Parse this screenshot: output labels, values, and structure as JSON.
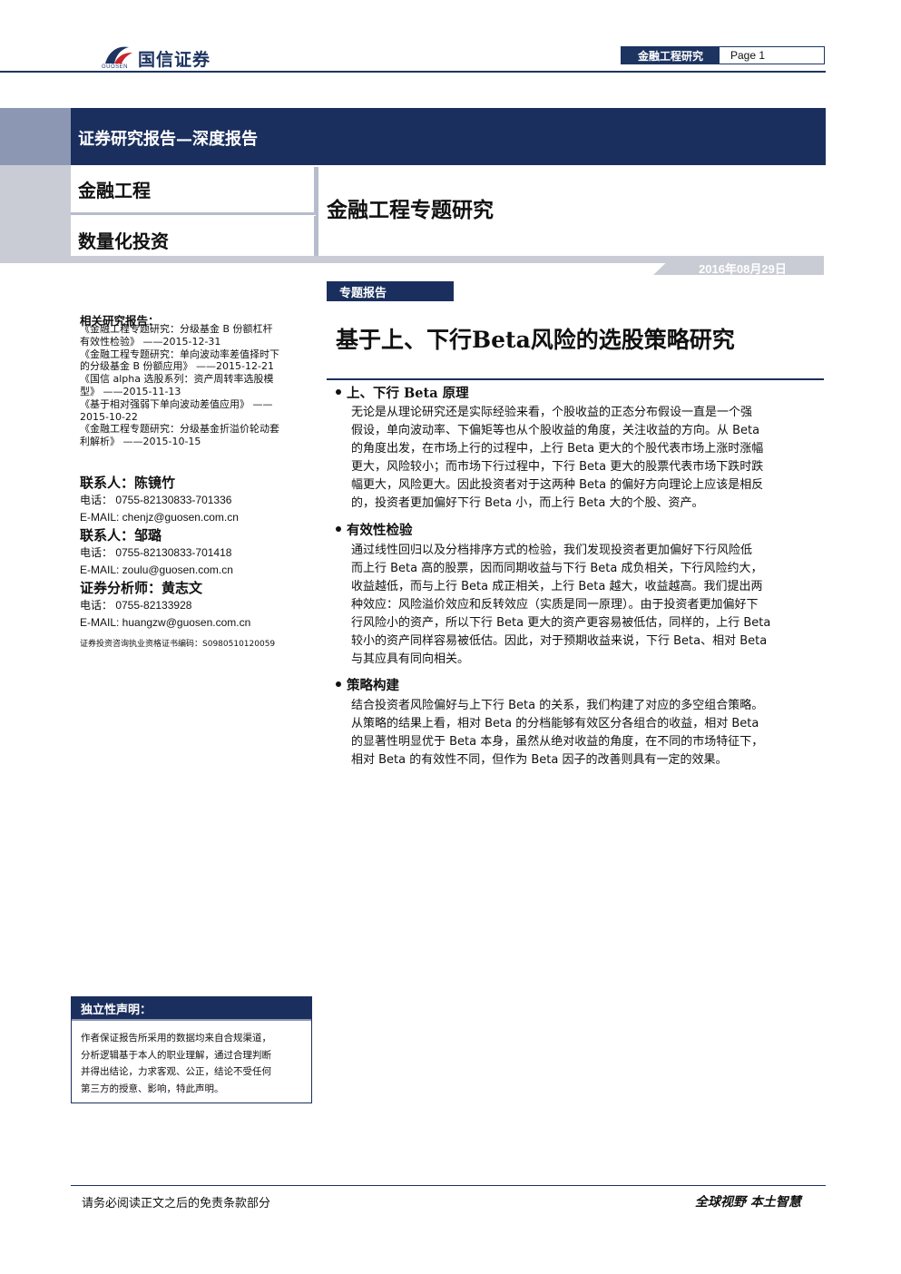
{
  "header": {
    "logo_icon": "guosen-logo-mark",
    "logo_sub": "GUOSEN",
    "logo_name": "国信证券",
    "series_label": "金融工程研究",
    "page_label": "Page 1"
  },
  "banner": {
    "report_type": "证券研究报告—深度报告"
  },
  "category": {
    "primary": "金融工程",
    "secondary": "数量化投资",
    "topic": "金融工程专题研究"
  },
  "date": "2016年08月29日",
  "tag": "专题报告",
  "title": "基于上、下行Beta风险的选股策略研究",
  "sections": [
    {
      "heading": "上、下行 Beta 原理",
      "lines": [
        "无论是从理论研究还是实际经验来看，个股收益的正态分布假设一直是一个强",
        "假设，单向波动率、下偏矩等也从个股收益的角度，关注收益的方向。从 Beta",
        "的角度出发，在市场上行的过程中，上行 Beta 更大的个股代表市场上涨时涨幅",
        "更大，风险较小；而市场下行过程中，下行 Beta 更大的股票代表市场下跌时跌",
        "幅更大，风险更大。因此投资者对于这两种 Beta 的偏好方向理论上应该是相反",
        "的，投资者更加偏好下行 Beta 小，而上行 Beta 大的个股、资产。"
      ]
    },
    {
      "heading": "有效性检验",
      "lines": [
        "通过线性回归以及分档排序方式的检验，我们发现投资者更加偏好下行风险低",
        "而上行 Beta 高的股票，因而同期收益与下行 Beta 成负相关，下行风险约大，",
        "收益越低，而与上行 Beta 成正相关，上行 Beta 越大，收益越高。我们提出两",
        "种效应：风险溢价效应和反转效应（实质是同一原理）。由于投资者更加偏好下",
        "行风险小的资产，所以下行 Beta 更大的资产更容易被低估，同样的，上行 Beta",
        "较小的资产同样容易被低估。因此，对于预期收益来说，下行 Beta、相对 Beta",
        "与其应具有同向相关。"
      ]
    },
    {
      "heading": "策略构建",
      "lines": [
        "结合投资者风险偏好与上下行 Beta 的关系，我们构建了对应的多空组合策略。",
        "从策略的结果上看，相对 Beta 的分档能够有效区分各组合的收益，相对 Beta",
        "的显著性明显优于 Beta 本身，虽然从绝对收益的角度，在不同的市场特征下，",
        "相对 Beta 的有效性不同，但作为 Beta 因子的改善则具有一定的效果。"
      ]
    }
  ],
  "related": {
    "heading": "相关研究报告：",
    "lines": [
      "《金融工程专题研究：分级基金 B 份额杠杆",
      "有效性检验》 ——2015-12-31",
      "《金融工程专题研究：单向波动率差值择时下",
      "的分级基金 B 份额应用》 ——2015-12-21",
      "《国信 alpha 选股系列：资产周转率选股模",
      "型》 ——2015-11-13",
      "《基于相对强弱下单向波动差值应用》 ——",
      "2015-10-22",
      "《金融工程专题研究：分级基金折溢价轮动套",
      "利解析》 ——2015-10-15"
    ]
  },
  "contacts": [
    {
      "role": "联系人：",
      "name": "陈镜竹",
      "phone": "电话：  0755-82130833-701336",
      "email": "E-MAIL:   chenjz@guosen.com.cn"
    },
    {
      "role": "联系人：",
      "name": "邹璐",
      "phone": "电话：  0755-82130833-701418",
      "email": "E-MAIL:   zoulu@guosen.com.cn"
    },
    {
      "role": "证券分析师：",
      "name": "黄志文",
      "phone": "电话：  0755-82133928",
      "email": "E-MAIL:   huangzw@guosen.com.cn"
    }
  ],
  "cert": "证券投资咨询执业资格证书编码：S0980510120059",
  "declaration": {
    "heading": "独立性声明：",
    "lines": [
      "作者保证报告所采用的数据均来自合规渠道，",
      "分析逻辑基于本人的职业理解，通过合理判断",
      "并得出结论，力求客观、公正，结论不受任何",
      "第三方的授意、影响，特此声明。"
    ]
  },
  "footer": {
    "left": "请务必阅读正文之后的免责条款部分",
    "right": "全球视野   本土智慧"
  }
}
